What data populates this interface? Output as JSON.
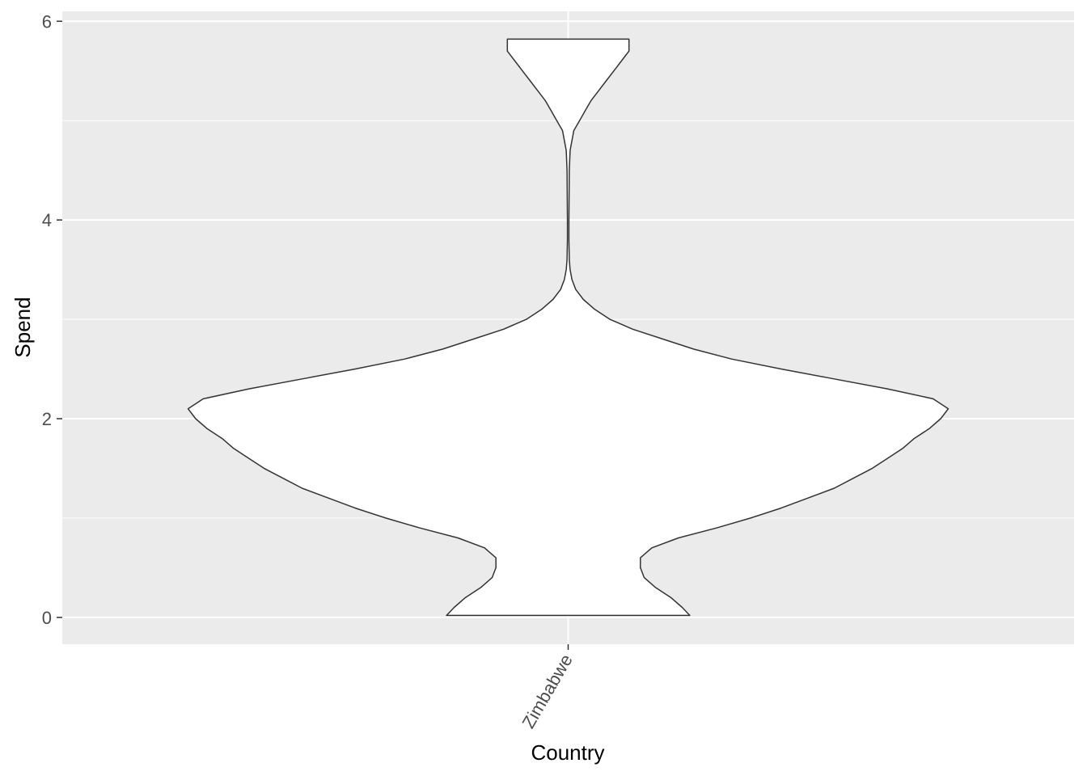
{
  "chart_data": {
    "type": "violin",
    "xlabel": "Country",
    "ylabel": "Spend",
    "categories": [
      "Zimbabwe"
    ],
    "ylim": [
      -0.27,
      6.1
    ],
    "y_ticks": [
      "0",
      "2",
      "4",
      "6"
    ],
    "y_tick_values": [
      0,
      2,
      4,
      6
    ],
    "y_minor_gridlines": [
      1,
      3,
      5
    ],
    "x_tick_label_rotation_deg": -60,
    "grid": true,
    "panel_background": "#EBEBEB",
    "violin_fill": "#FFFFFF",
    "violin_outline": "#333333",
    "series": [
      {
        "category": "Zimbabwe",
        "y_min": 0.02,
        "y_max": 5.82,
        "density_profile": {
          "y": [
            0.02,
            0.1,
            0.2,
            0.3,
            0.4,
            0.5,
            0.6,
            0.7,
            0.8,
            0.9,
            1.0,
            1.1,
            1.2,
            1.3,
            1.4,
            1.5,
            1.6,
            1.7,
            1.8,
            1.9,
            2.0,
            2.1,
            2.2,
            2.3,
            2.4,
            2.5,
            2.6,
            2.7,
            2.8,
            2.9,
            3.0,
            3.1,
            3.2,
            3.3,
            3.4,
            3.5,
            3.6,
            3.8,
            4.0,
            4.5,
            4.7,
            4.8,
            4.9,
            5.0,
            5.1,
            5.2,
            5.3,
            5.4,
            5.5,
            5.6,
            5.7,
            5.8,
            5.82
          ],
          "half_width": [
            0.32,
            0.3,
            0.27,
            0.23,
            0.2,
            0.19,
            0.19,
            0.22,
            0.29,
            0.39,
            0.48,
            0.56,
            0.63,
            0.7,
            0.75,
            0.8,
            0.84,
            0.88,
            0.91,
            0.95,
            0.98,
            1.0,
            0.96,
            0.84,
            0.7,
            0.56,
            0.43,
            0.33,
            0.25,
            0.17,
            0.11,
            0.07,
            0.04,
            0.02,
            0.01,
            0.005,
            0.003,
            0.002,
            0.002,
            0.003,
            0.005,
            0.01,
            0.015,
            0.03,
            0.045,
            0.06,
            0.08,
            0.1,
            0.12,
            0.14,
            0.16,
            0.16,
            0.16
          ]
        }
      }
    ]
  }
}
